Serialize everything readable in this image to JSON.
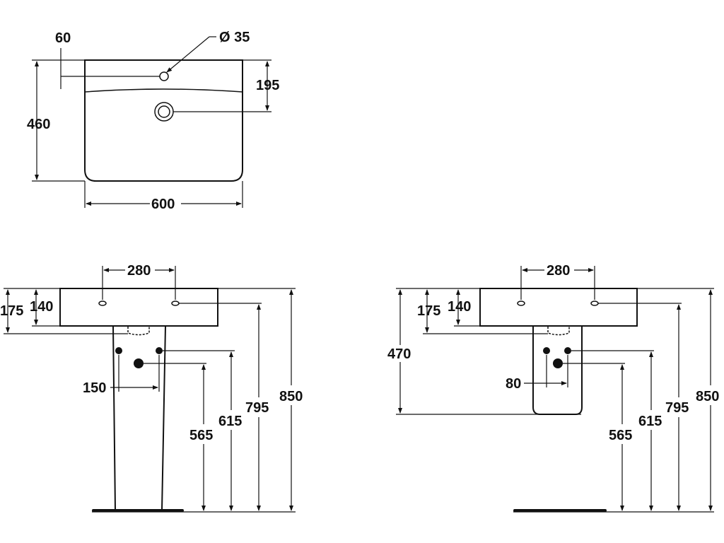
{
  "top_view": {
    "tap_hole_offset": "60",
    "tap_hole_diameter": "Ø 35",
    "waste_offset": "195",
    "depth": "460",
    "width": "600"
  },
  "pedestal_view": {
    "tap_spacing": "280",
    "rim_to_waste": "175",
    "rim_to_tap": "140",
    "supply_spacing": "150",
    "waste_height": "565",
    "supply_height": "615",
    "tap_height": "795",
    "rim_height": "850"
  },
  "semi_pedestal_view": {
    "tap_spacing": "280",
    "rim_to_waste": "175",
    "rim_to_tap": "140",
    "pedestal_height": "470",
    "supply_spacing": "80",
    "waste_height": "565",
    "supply_height": "615",
    "tap_height": "795",
    "rim_height": "850"
  }
}
